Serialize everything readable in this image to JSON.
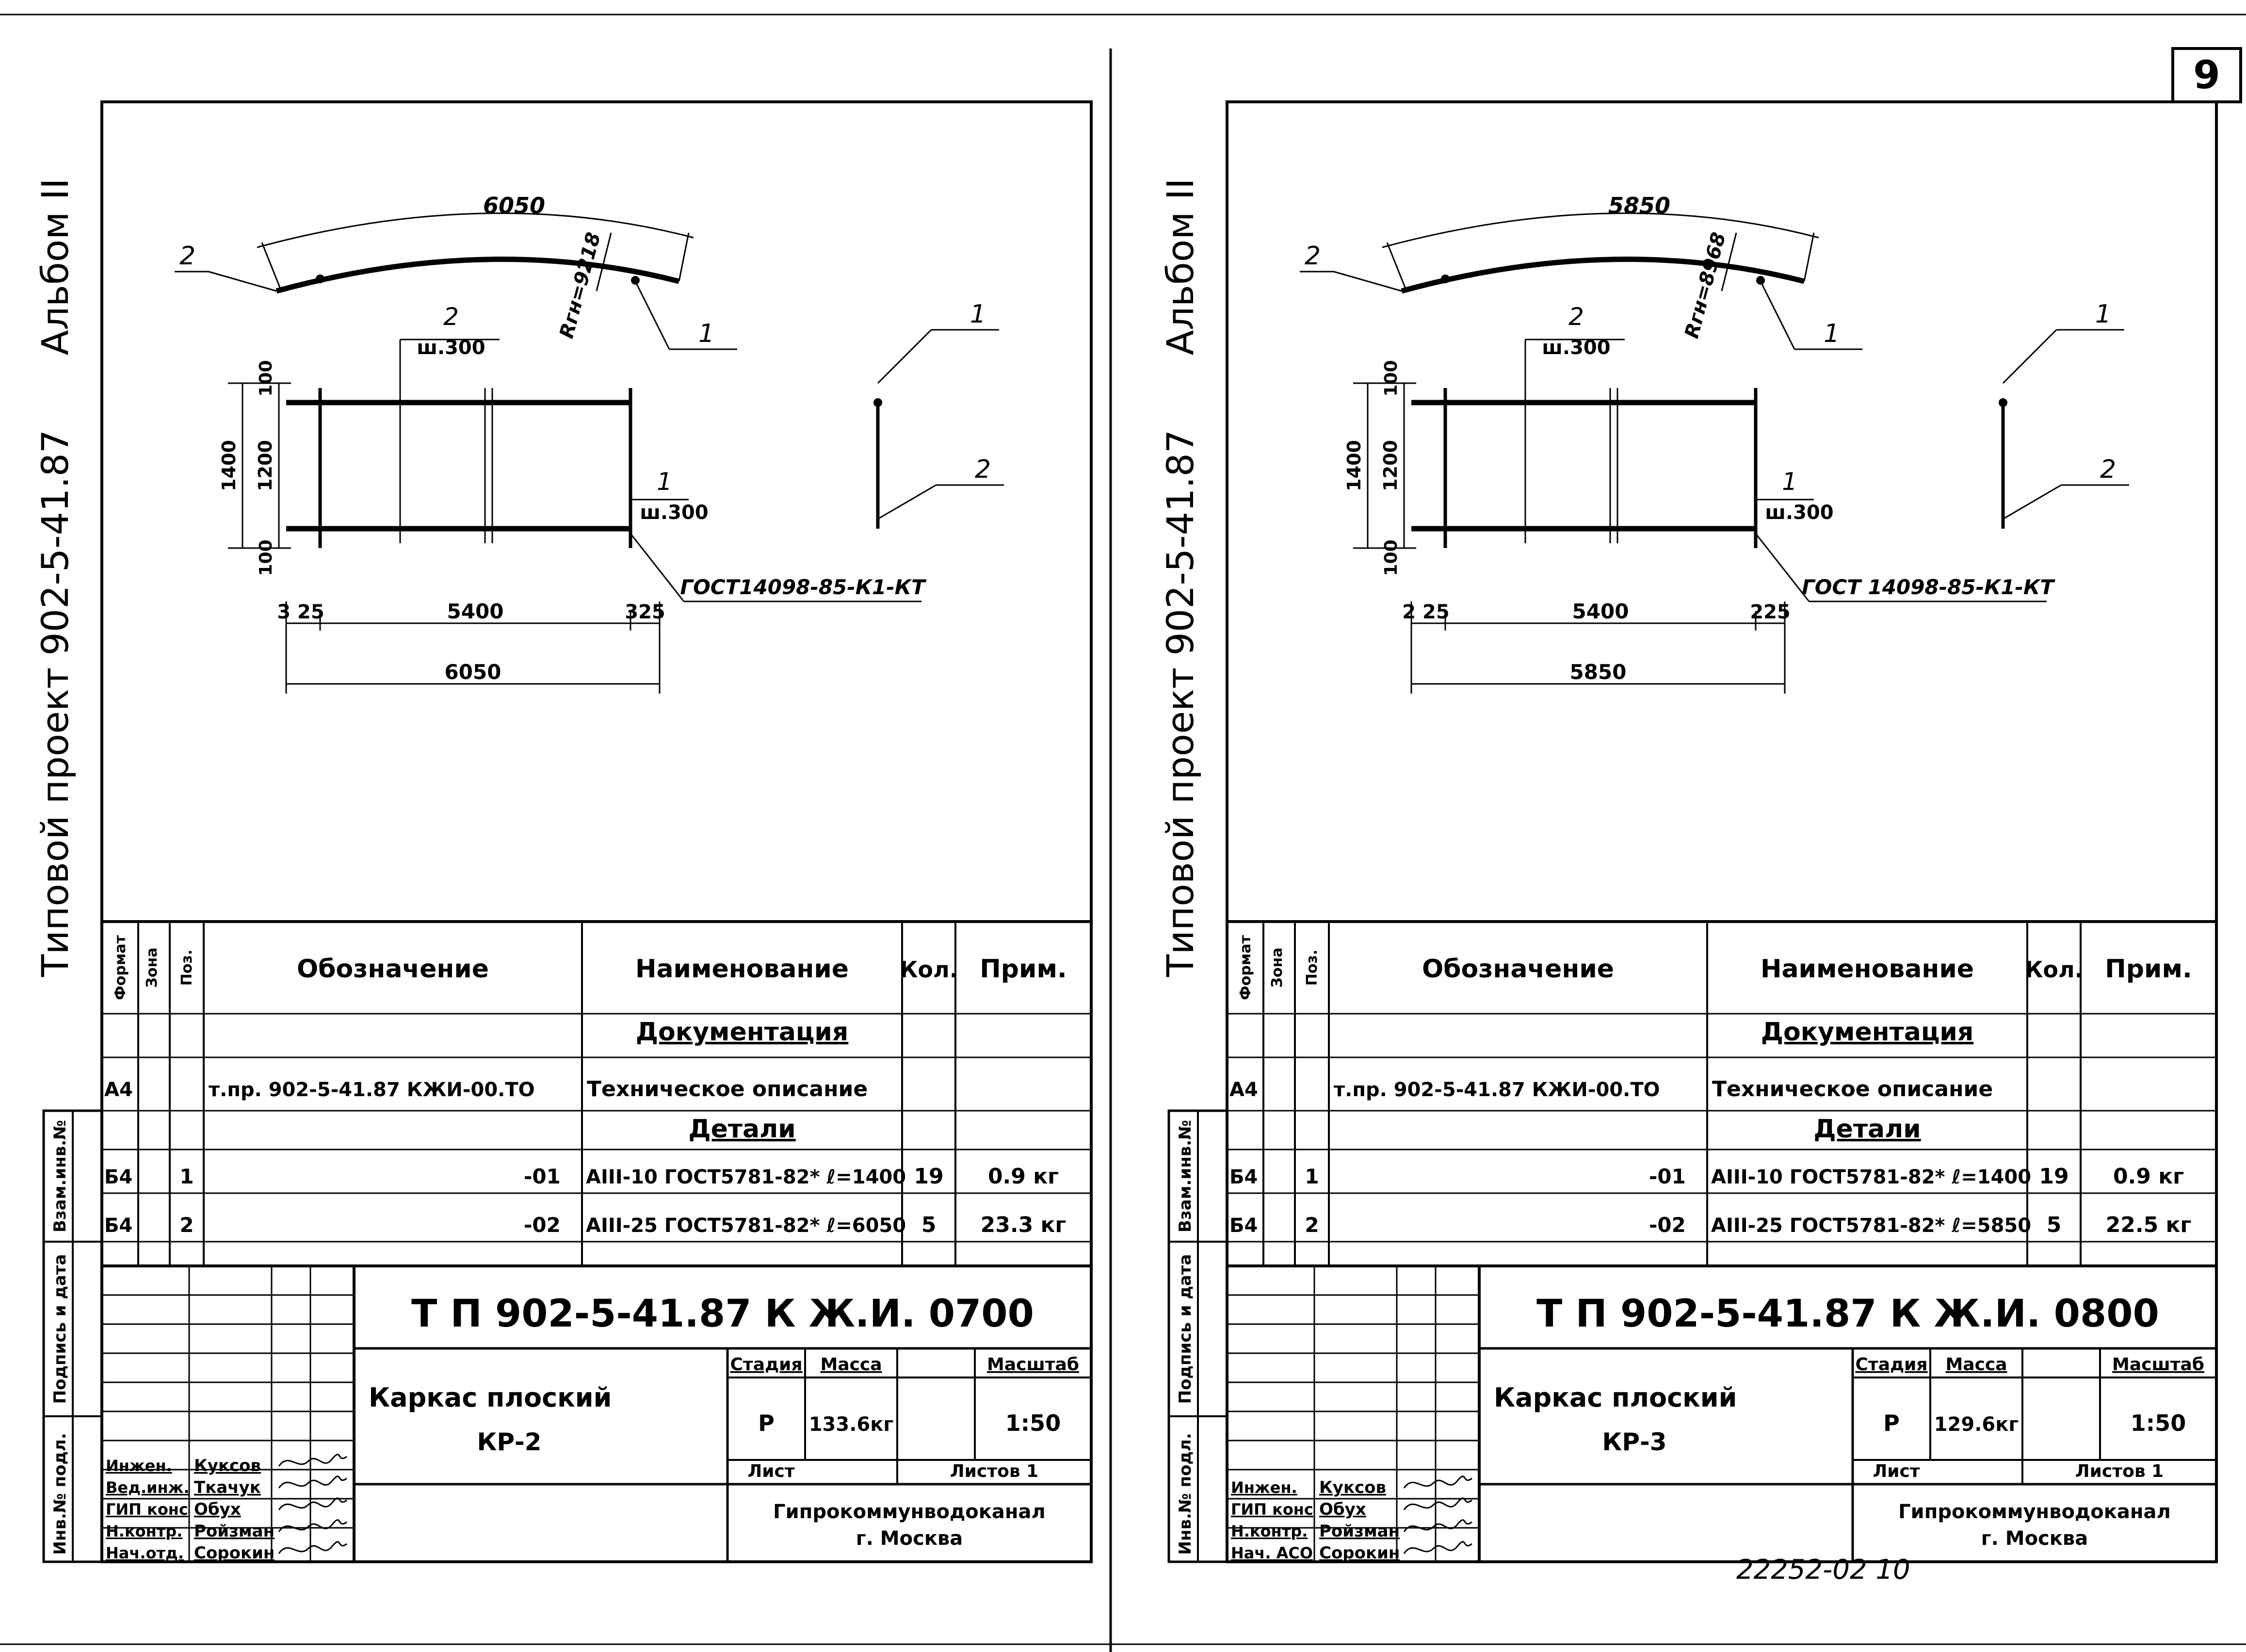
{
  "page_number": "9",
  "sheets": [
    {
      "side_album": "Альбом II",
      "side_project": "Типовой проект 902-5-41.87",
      "side_stamp": [
        "Инв.№ подл.",
        "Подпись и дата",
        "Взам.инв.№"
      ],
      "drawing": {
        "arc_length": "6050",
        "radius": "Rгн=9218",
        "pos1": "1",
        "pos2": "2",
        "spacing_top": "ш.300",
        "spacing_bottom": "ш.300",
        "height_total": "1400",
        "height_inner": "1200",
        "offset_top": "100",
        "offset_bottom": "100",
        "left_dim": "3 25",
        "mid_dim": "5400",
        "right_dim": "325",
        "total_width": "6050",
        "weld_note": "ГОСТ14098-85-К1-КТ"
      },
      "spec": {
        "col_format": "Формат",
        "col_zone": "Зона",
        "col_pos": "Поз.",
        "col_designation": "Обозначение",
        "col_name": "Наименование",
        "col_qty": "Кол.",
        "col_note": "Прим.",
        "section_docs": "Документация",
        "doc_format": "А4",
        "doc_designation": "т.пр. 902-5-41.87 КЖИ-00.ТО",
        "doc_name": "Техническое описание",
        "section_parts": "Детали",
        "rows": [
          {
            "format": "Б4",
            "pos": "1",
            "designation": "-01",
            "name": "АIII-10 ГОСТ5781-82* ℓ=1400",
            "qty": "19",
            "note": "0.9 кг"
          },
          {
            "format": "Б4",
            "pos": "2",
            "designation": "-02",
            "name": "АIII-25 ГОСТ5781-82* ℓ=6050",
            "qty": "5",
            "note": "23.3 кг"
          }
        ]
      },
      "title_block": {
        "code": "Т П 902-5-41.87 К Ж.И. 0700",
        "title_line1": "Каркас плоский",
        "title_line2": "КР-2",
        "stage_label": "Стадия",
        "mass_label": "Масса",
        "scale_label": "Масштаб",
        "stage": "Р",
        "mass": "133.6кг",
        "scale": "1:50",
        "sheet_label": "Лист",
        "sheets_label": "Листов 1",
        "org1": "Гипрокоммунводоканал",
        "org2": "г. Москва",
        "staff": [
          {
            "role": "Инжен.",
            "name": "Куксов"
          },
          {
            "role": "Вед.инж.",
            "name": "Ткачук"
          },
          {
            "role": "ГИП конс",
            "name": "Обух"
          },
          {
            "role": "Н.контр.",
            "name": "Ройзман"
          },
          {
            "role": "Нач.отд.",
            "name": "Сорокин"
          }
        ]
      }
    },
    {
      "side_album": "Альбом II",
      "side_project": "Типовой проект 902-5-41.87",
      "side_stamp": [
        "Инв.№ подл.",
        "Подпись и дата",
        "Взам.инв.№"
      ],
      "drawing": {
        "arc_length": "5850",
        "radius": "Rгн=8968",
        "pos1": "1",
        "pos2": "2",
        "spacing_top": "ш.300",
        "spacing_bottom": "ш.300",
        "height_total": "1400",
        "height_inner": "1200",
        "offset_top": "100",
        "offset_bottom": "100",
        "left_dim": "2 25",
        "mid_dim": "5400",
        "right_dim": "225",
        "total_width": "5850",
        "weld_note": "ГОСТ 14098-85-К1-КТ"
      },
      "spec": {
        "col_format": "Формат",
        "col_zone": "Зона",
        "col_pos": "Поз.",
        "col_designation": "Обозначение",
        "col_name": "Наименование",
        "col_qty": "Кол.",
        "col_note": "Прим.",
        "section_docs": "Документация",
        "doc_format": "А4",
        "doc_designation": "т.пр. 902-5-41.87 КЖИ-00.ТО",
        "doc_name": "Техническое описание",
        "section_parts": "Детали",
        "rows": [
          {
            "format": "Б4",
            "pos": "1",
            "designation": "-01",
            "name": "АIII-10 ГОСТ5781-82* ℓ=1400",
            "qty": "19",
            "note": "0.9 кг"
          },
          {
            "format": "Б4",
            "pos": "2",
            "designation": "-02",
            "name": "АIII-25 ГОСТ5781-82* ℓ=5850",
            "qty": "5",
            "note": "22.5 кг"
          }
        ]
      },
      "title_block": {
        "code": "Т П 902-5-41.87 К Ж.И. 0800",
        "title_line1": "Каркас плоский",
        "title_line2": "КР-3",
        "stage_label": "Стадия",
        "mass_label": "Масса",
        "scale_label": "Масштаб",
        "stage": "Р",
        "mass": "129.6кг",
        "scale": "1:50",
        "sheet_label": "Лист",
        "sheets_label": "Листов 1",
        "org1": "Гипрокоммунводоканал",
        "org2": "г. Москва",
        "staff": [
          {
            "role": "Инжен.",
            "name": "Куксов"
          },
          {
            "role": "ГИП конс",
            "name": "Обух"
          },
          {
            "role": "Н.контр.",
            "name": "Ройзман"
          },
          {
            "role": "Нач. АСО",
            "name": "Сорокин"
          }
        ]
      }
    }
  ],
  "footer_stamp": "22252-02   10"
}
